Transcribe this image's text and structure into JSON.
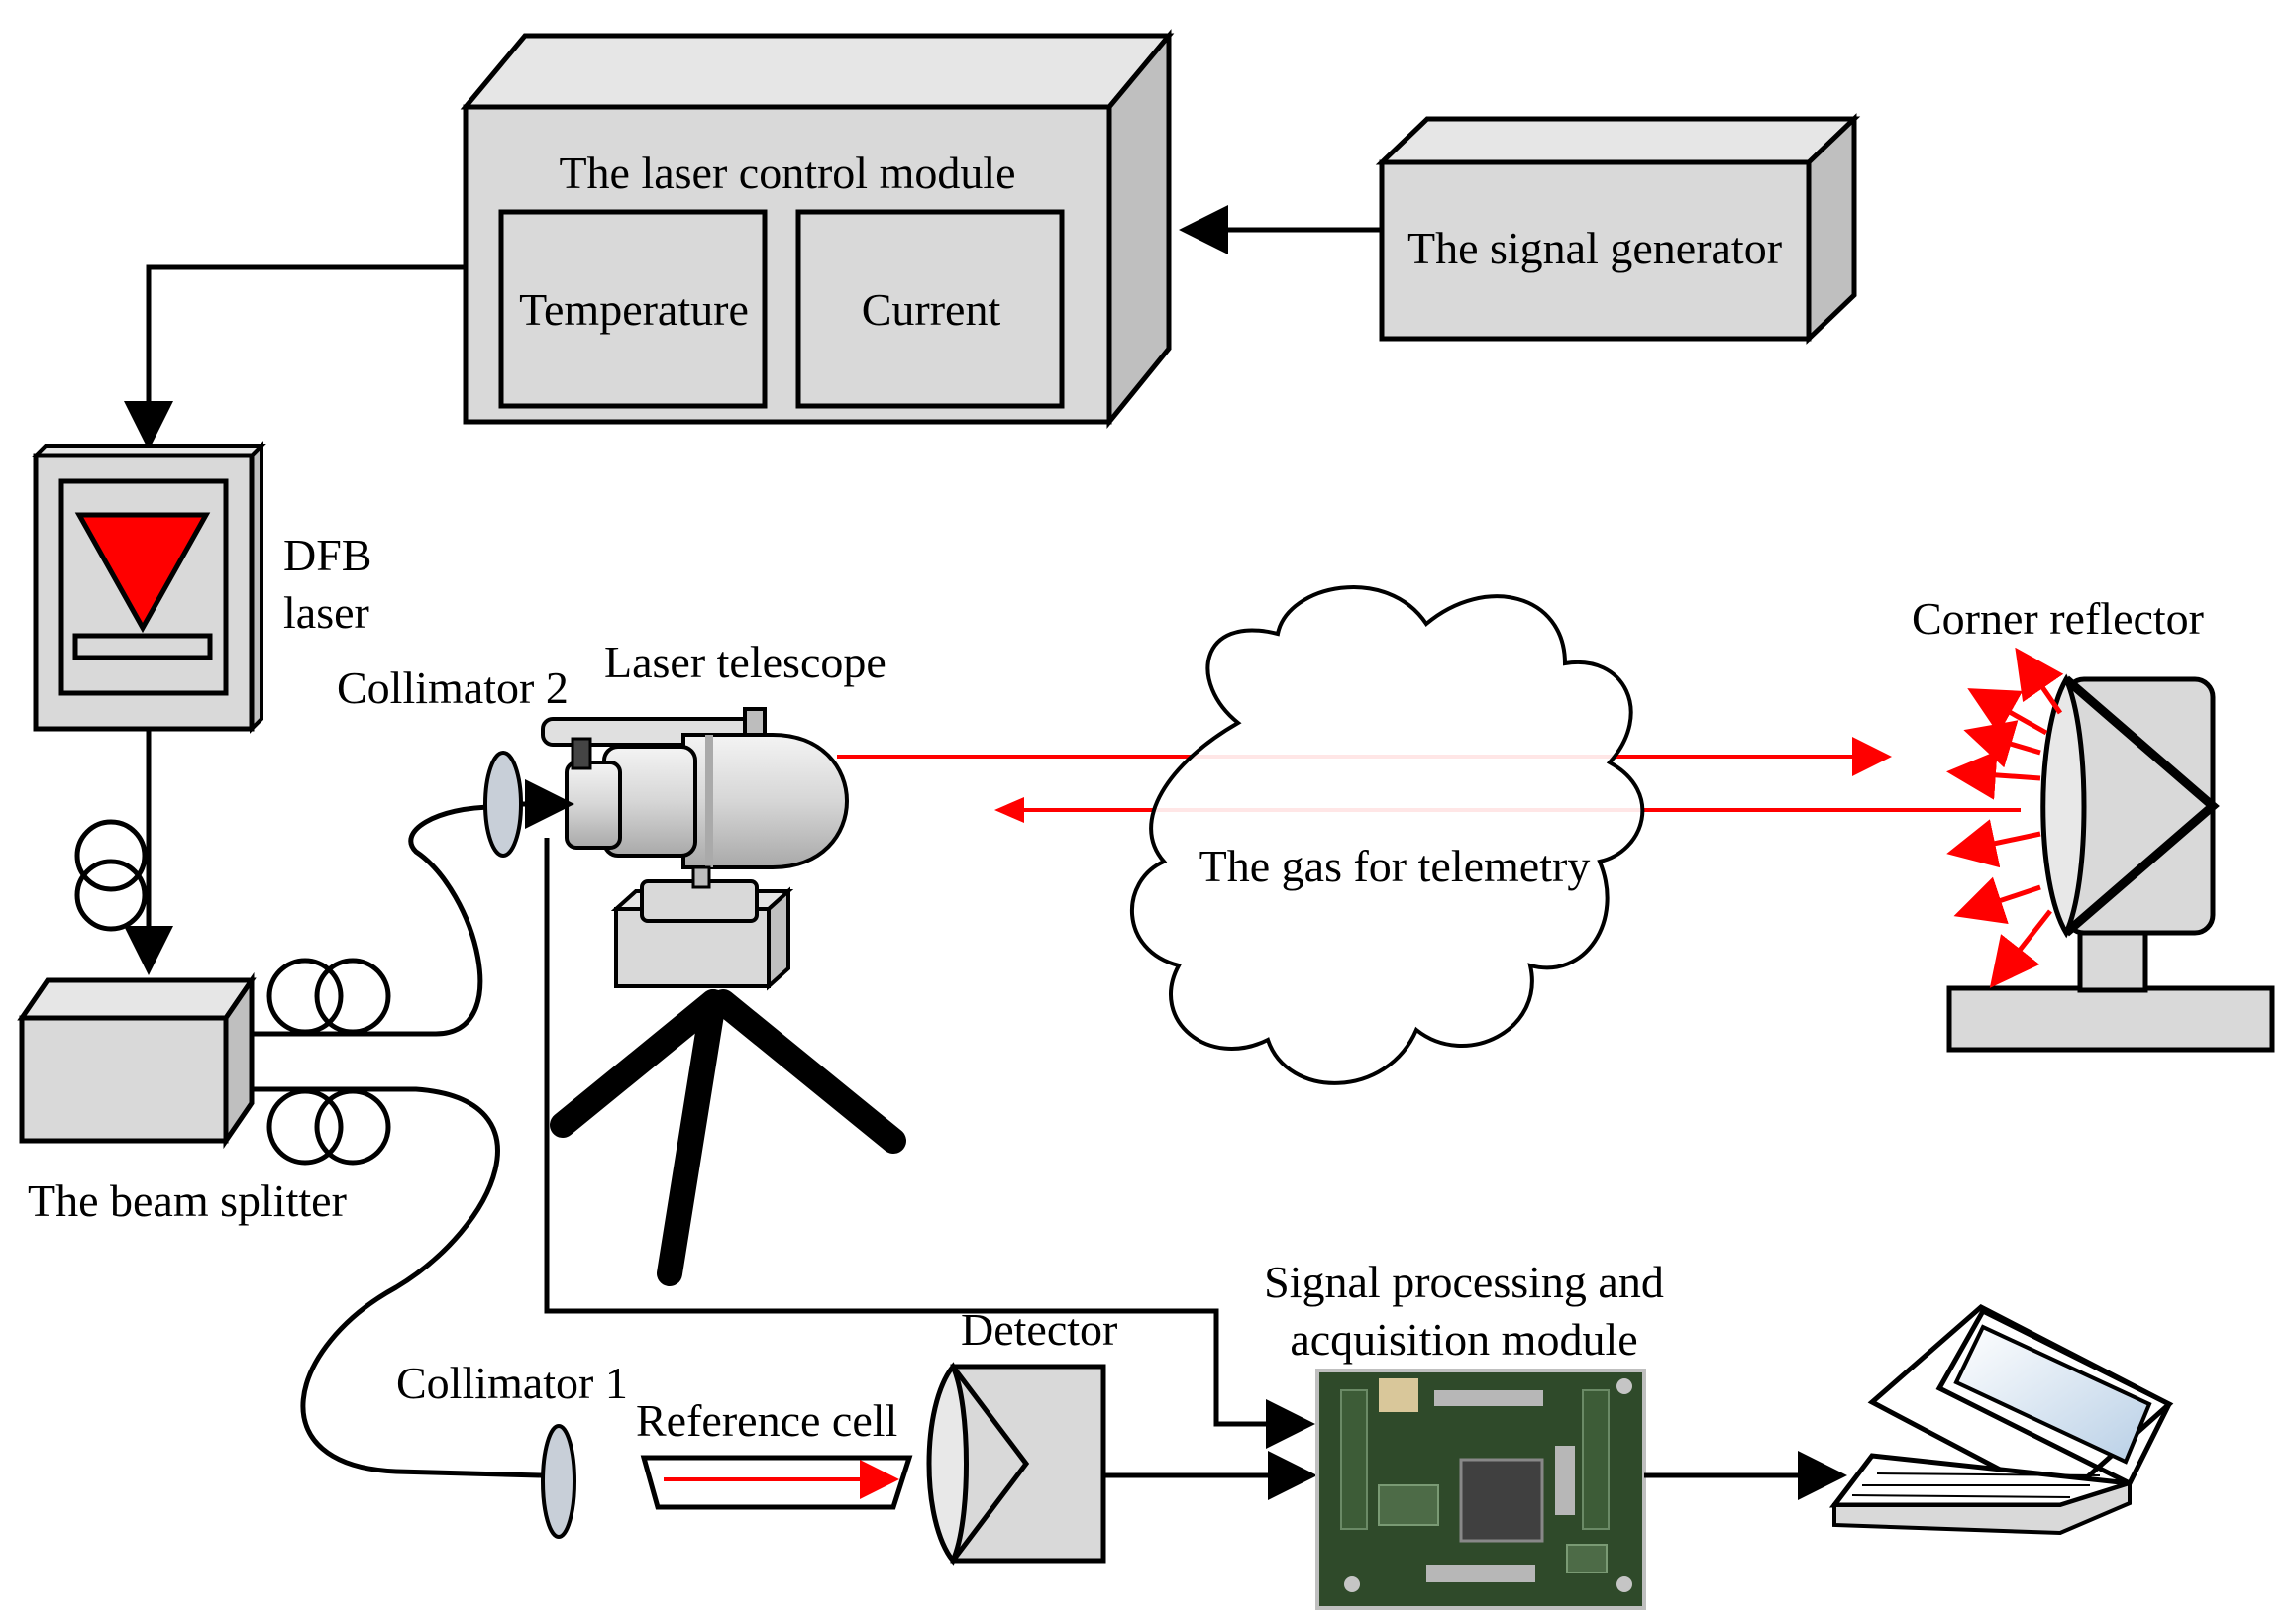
{
  "labels": {
    "laser_control_module": "The laser control module",
    "temperature": "Temperature",
    "current": "Current",
    "signal_generator": "The signal generator",
    "dfb_line1": "DFB",
    "dfb_line2": "laser",
    "collimator2": "Collimator 2",
    "laser_telescope": "Laser telescope",
    "corner_reflector": "Corner reflector",
    "gas": "The gas for telemetry",
    "beam_splitter": "The beam splitter",
    "signal_proc_line1": "Signal processing and",
    "signal_proc_line2": "acquisition module",
    "detector": "Detector",
    "collimator1": "Collimator 1",
    "reference_cell": "Reference cell"
  },
  "colors": {
    "box_fill": "#d9d9d9",
    "box_side": "#bfbfbf",
    "laser_beam": "#ff0000",
    "pcb": "#2f4a2a",
    "outline": "#000000"
  },
  "icons": {
    "dfb": "dfb-laser-icon",
    "fiber": "fiber-coil-icon",
    "lens": "lens-icon",
    "telescope": "laser-telescope-icon",
    "tripod": "tripod-icon",
    "cloud": "gas-cloud-icon",
    "reflector": "corner-reflector-icon",
    "detector": "detector-icon",
    "pcb": "circuit-board-icon",
    "laptop": "laptop-icon"
  }
}
